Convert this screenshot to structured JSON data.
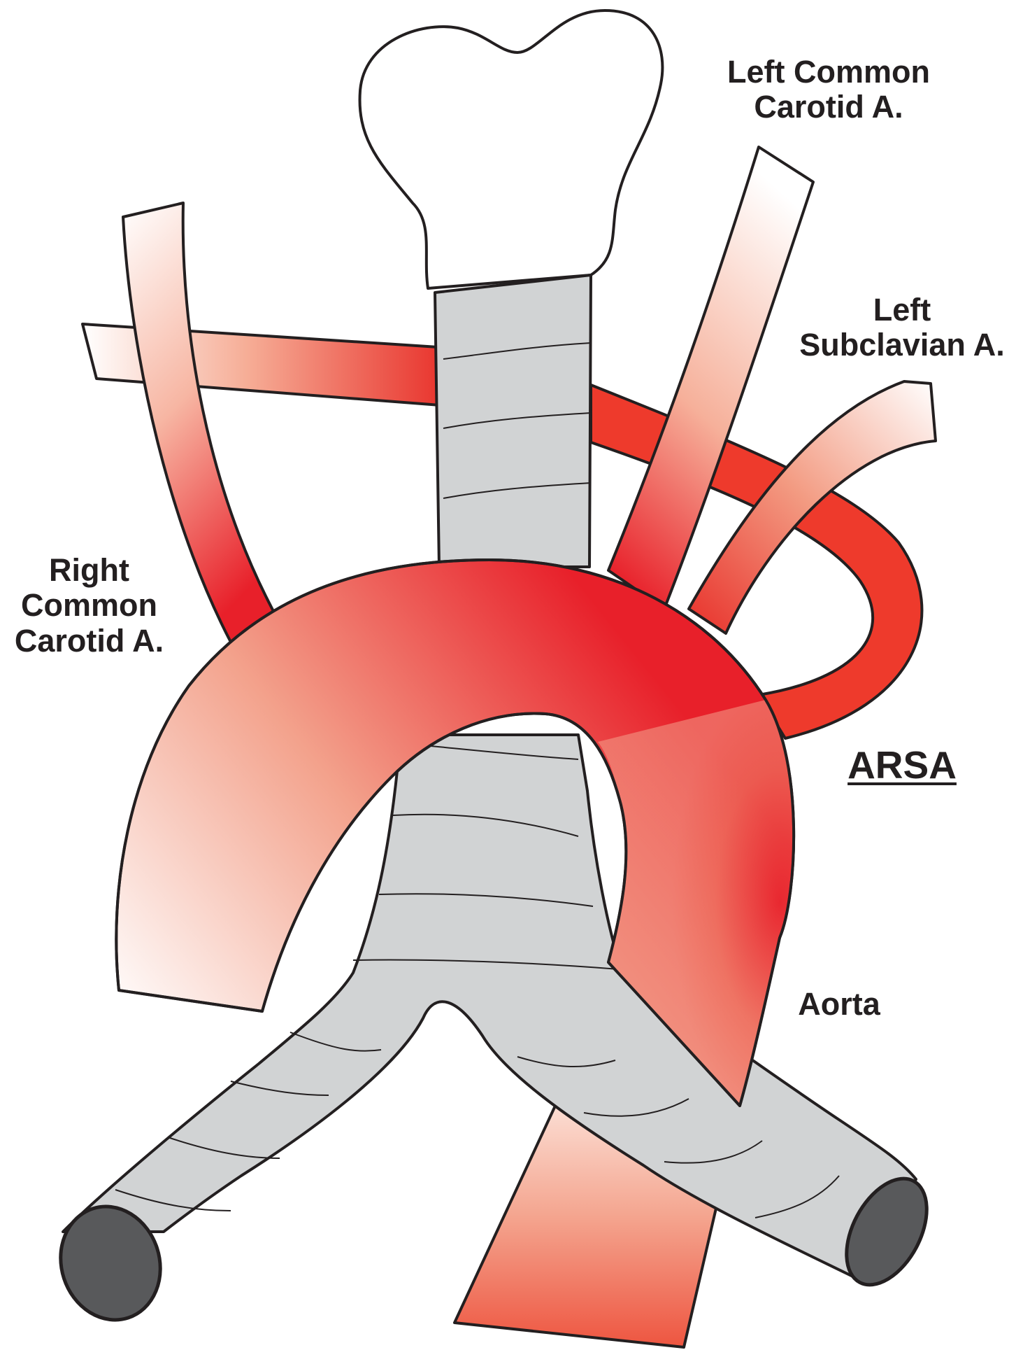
{
  "labels": {
    "left_common_carotid": {
      "line1": "Left Common",
      "line2": "Carotid A."
    },
    "left_subclavian": {
      "line1": "Left",
      "line2": "Subclavian A."
    },
    "right_common_carotid": {
      "line1": "Right",
      "line2": "Common",
      "line3": "Carotid A."
    },
    "arsa": "ARSA",
    "aorta": "Aorta"
  },
  "colors": {
    "outline": "#231f20",
    "artery_red": "#e8202a",
    "artery_mid": "#f19a80",
    "artery_light": "#fdebe5",
    "arsa_red": "#ee3a2c",
    "trachea_gray": "#d1d3d4",
    "bronchus_end": "#58595b",
    "larynx_fill": "#ffffff"
  }
}
